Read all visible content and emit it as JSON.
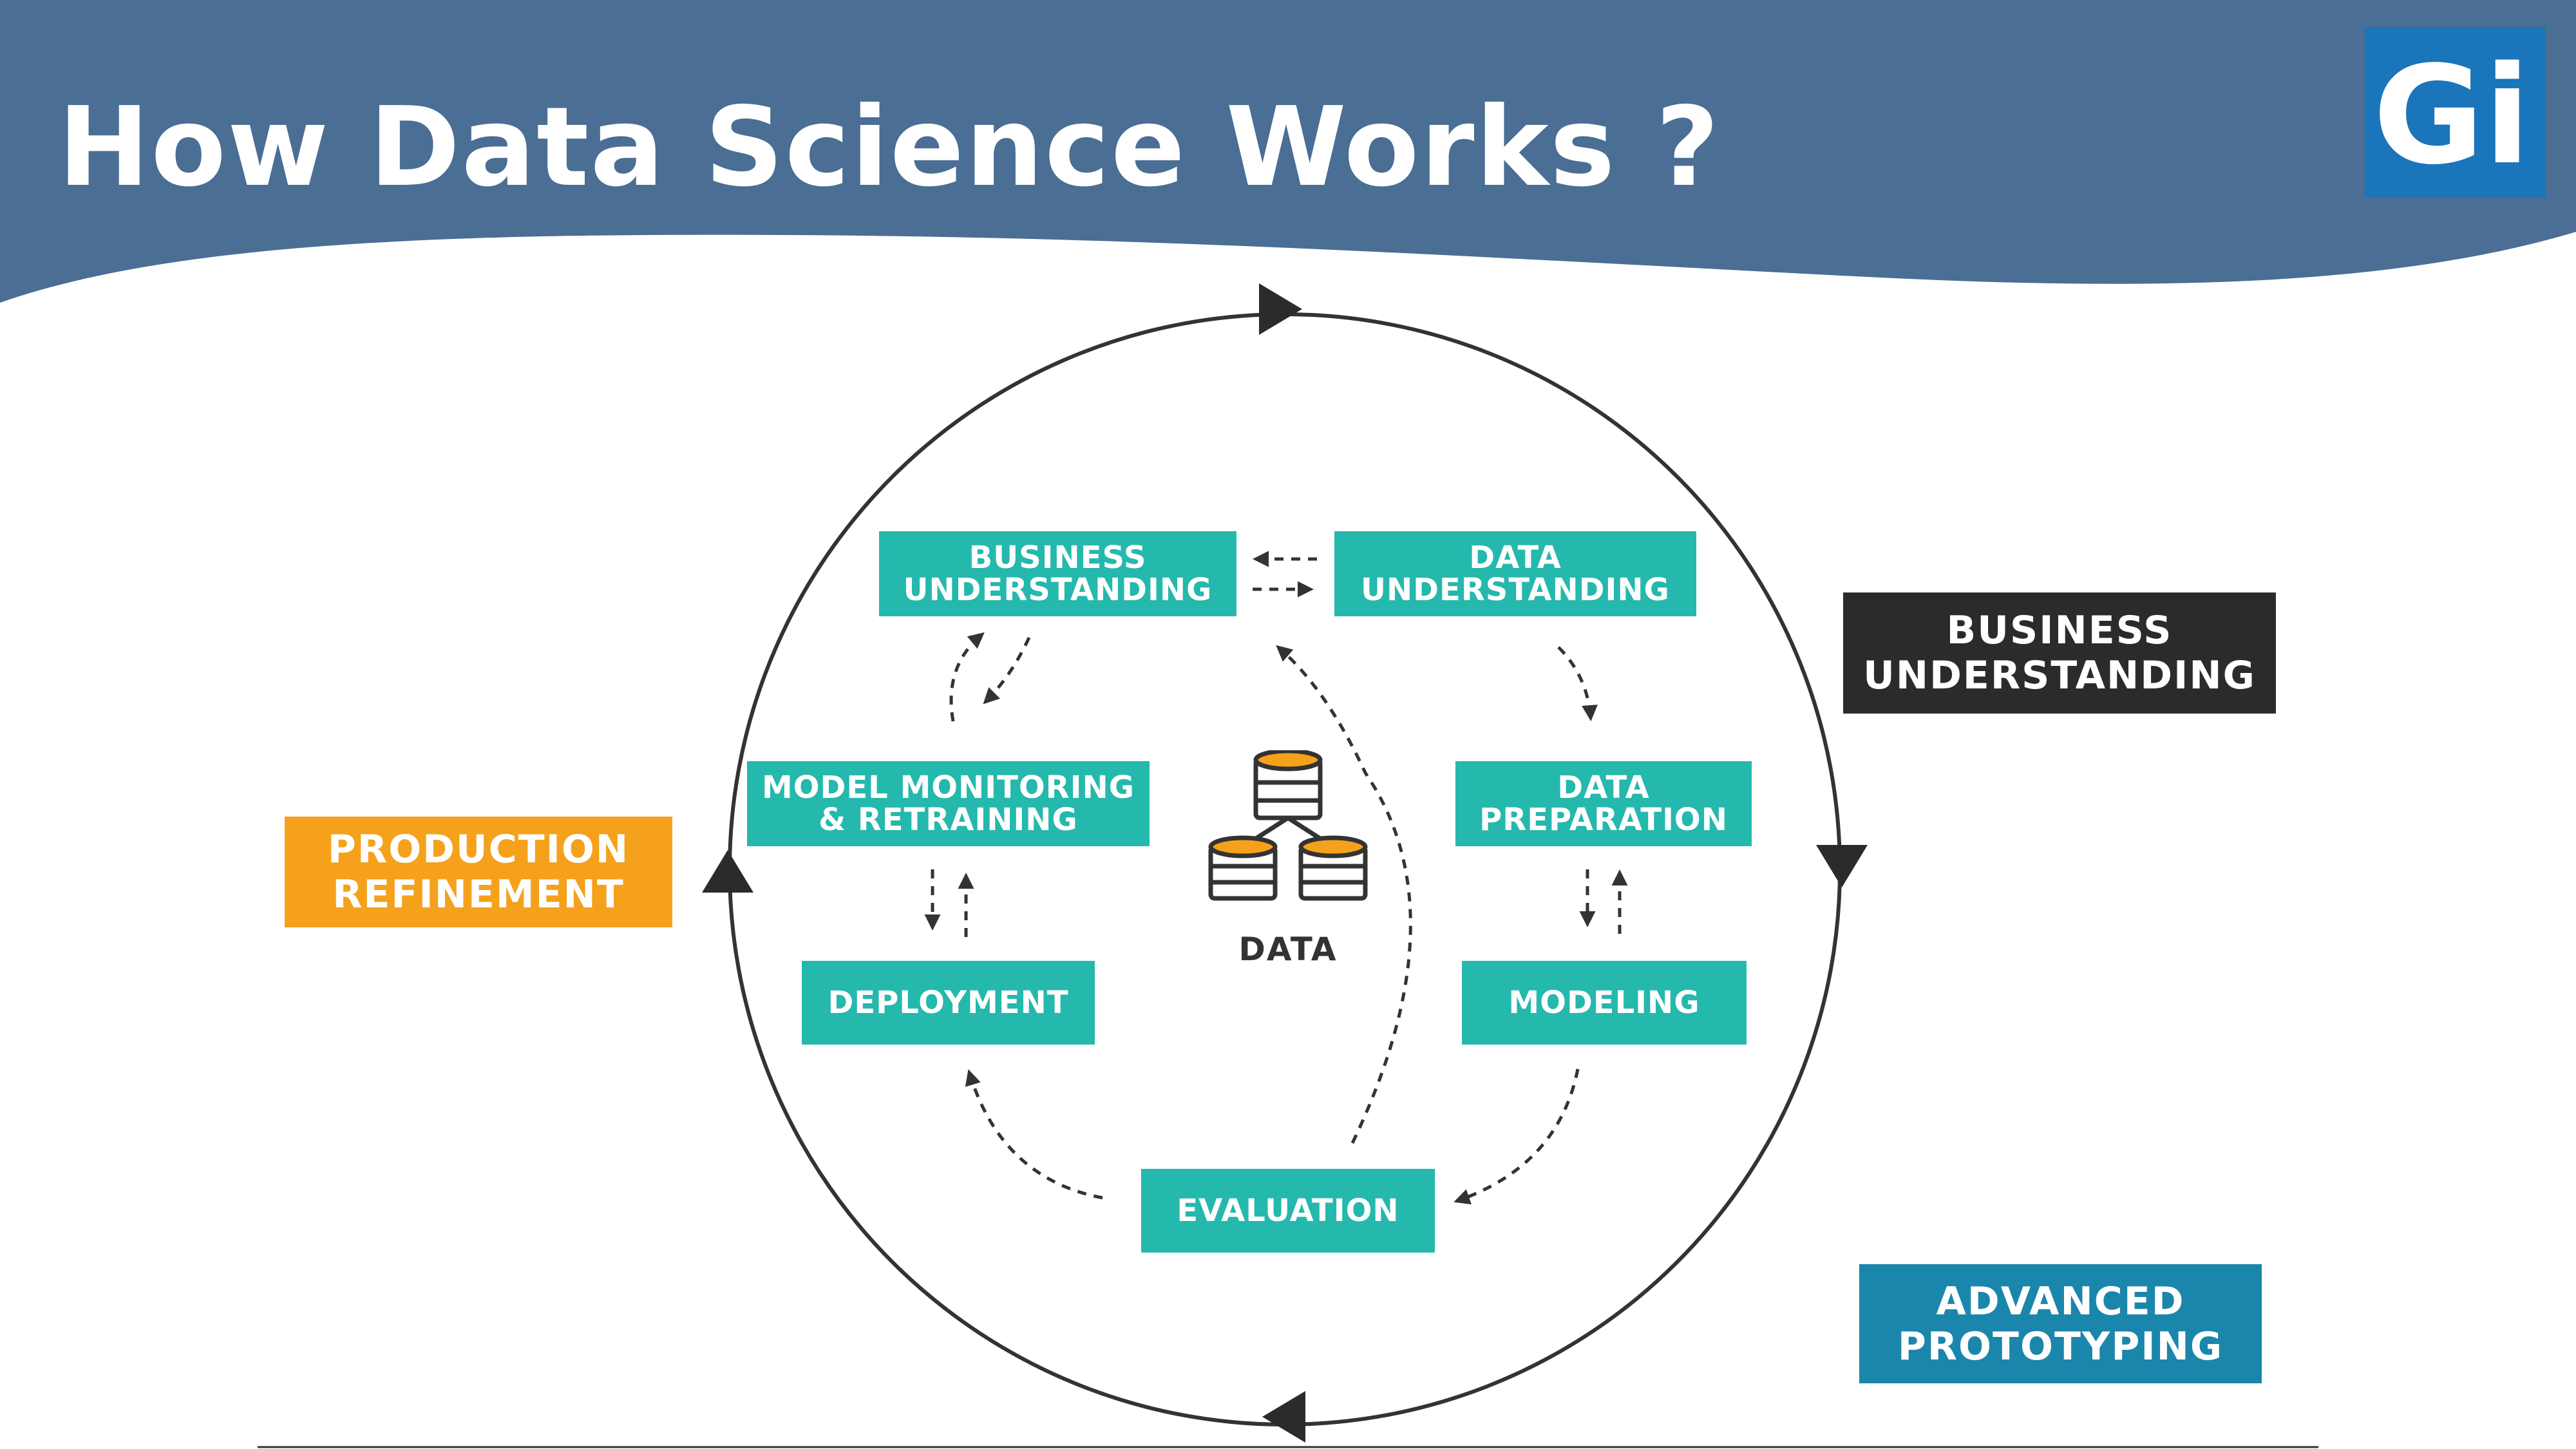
{
  "header": {
    "title": "How Data Science Works ?",
    "logo_text": "Gi",
    "band_color": "#4a6e94"
  },
  "cycle_steps": {
    "business_understanding": [
      "BUSINESS",
      "UNDERSTANDING"
    ],
    "data_understanding": [
      "DATA",
      "UNDERSTANDING"
    ],
    "data_preparation": [
      "DATA",
      "PREPARATION"
    ],
    "modeling": [
      "MODELING"
    ],
    "evaluation": [
      "EVALUATION"
    ],
    "deployment": [
      "DEPLOYMENT"
    ],
    "model_monitoring": [
      "MODEL MONITORING",
      "& RETRAINING"
    ]
  },
  "center": {
    "label": "DATA",
    "icon": "database-icon"
  },
  "phases": {
    "business_understanding": [
      "BUSINESS",
      "UNDERSTANDING"
    ],
    "production_refinement": [
      "PRODUCTION",
      "REFINEMENT"
    ],
    "advanced_prototyping": [
      "ADVANCED",
      "PROTOTYPING"
    ]
  },
  "colors": {
    "teal": "#25b8ad",
    "dark": "#2b2b2b",
    "orange": "#f5a11c",
    "blue": "#1b86ab",
    "logo_blue": "#1b75bb",
    "db_gold": "#f5a11c"
  }
}
